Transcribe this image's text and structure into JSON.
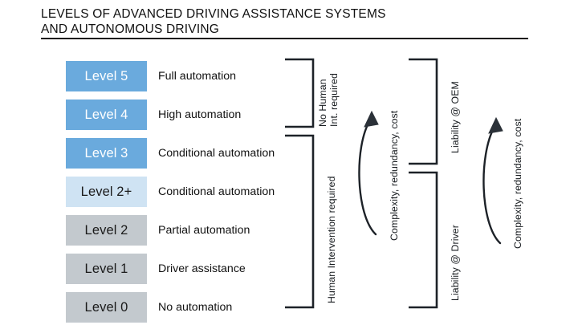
{
  "title": {
    "line1": "LEVELS OF ADVANCED DRIVING ASSISTANCE SYSTEMS",
    "line2": "AND AUTONOMOUS DRIVING"
  },
  "colors": {
    "blue_strong": "#6aaadd",
    "blue_light": "#cfe3f3",
    "gray": "#c3c9ce",
    "text_dark": "#1a1a1a",
    "text_light": "#ffffff",
    "rule": "#1a1414",
    "bracket": "#1d2228"
  },
  "levels": [
    {
      "name": "Level 5",
      "description": "Full automation",
      "fill": "blue_strong",
      "text": "light"
    },
    {
      "name": "Level 4",
      "description": "High automation",
      "fill": "blue_strong",
      "text": "light"
    },
    {
      "name": "Level 3",
      "description": "Conditional automation",
      "fill": "blue_strong",
      "text": "light"
    },
    {
      "name": "Level 2+",
      "description": "Conditional automation",
      "fill": "blue_light",
      "text": "dark"
    },
    {
      "name": "Level 2",
      "description": "Partial automation",
      "fill": "gray",
      "text": "dark"
    },
    {
      "name": "Level 1",
      "description": "Driver assistance",
      "fill": "gray",
      "text": "dark"
    },
    {
      "name": "Level 0",
      "description": "No automation",
      "fill": "gray",
      "text": "dark"
    }
  ],
  "annotations": {
    "human_upper_line1": "No Human",
    "human_upper_line2": "Int. required",
    "human_lower": "Human Intervention required",
    "liability_upper": "Liability @ OEM",
    "liability_lower": "Liability @ Driver",
    "arrow_left": "Complexity, redundancy, cost",
    "arrow_right": "Complexity, redundancy, cost"
  }
}
